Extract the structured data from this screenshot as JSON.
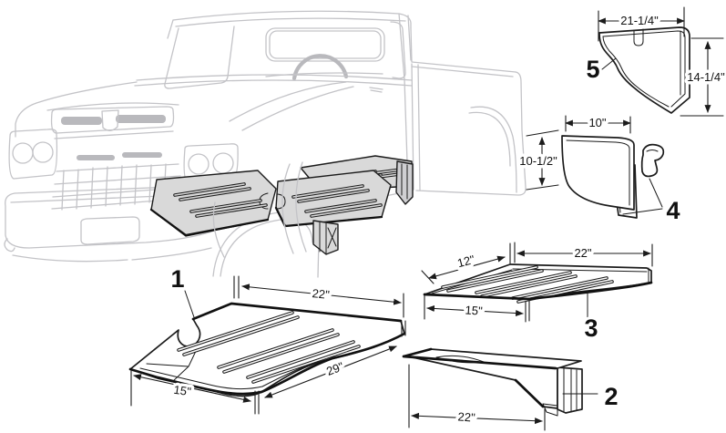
{
  "colors": {
    "background": "#ffffff",
    "line": "#1b1b1b",
    "truck_line": "#c3c3c7",
    "panel_fill": "#d9d9d9"
  },
  "parts": {
    "p1": {
      "label": "1",
      "dim_top": "22\"",
      "dim_diagonal": "29\"",
      "dim_bottom": "15\""
    },
    "p2": {
      "label": "2",
      "dim_length": "22\""
    },
    "p3": {
      "label": "3",
      "dim_top": "22\"",
      "dim_side": "12\"",
      "dim_bottom": "15\""
    },
    "p4": {
      "label": "4",
      "dim_top": "10\"",
      "dim_side": "10-1/2\""
    },
    "p5": {
      "label": "5",
      "dim_top": "21-1/4\"",
      "dim_side": "14-1/4\""
    }
  }
}
